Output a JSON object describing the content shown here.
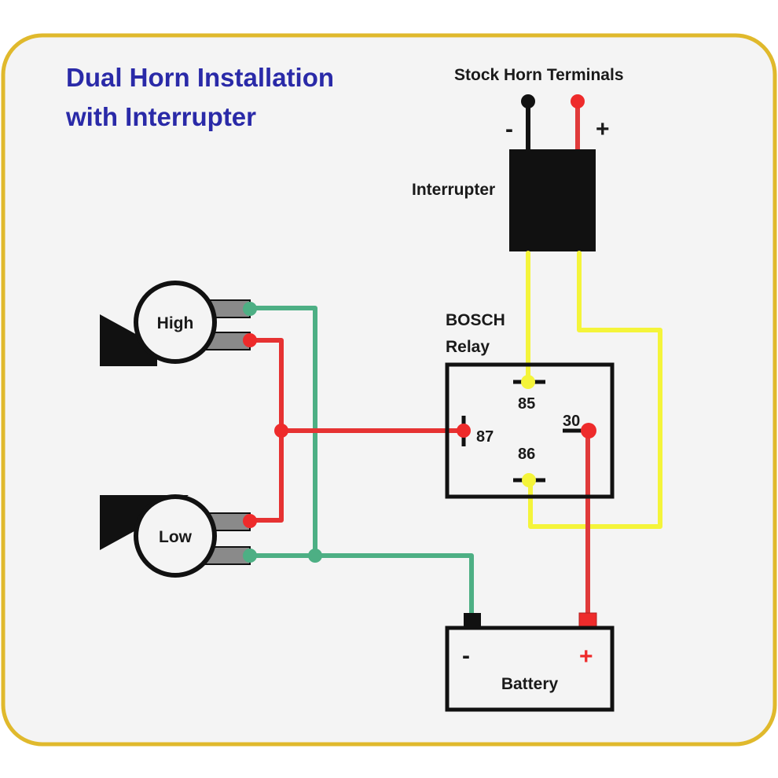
{
  "title": {
    "line1": "Dual Horn Installation",
    "line2": "with Interrupter"
  },
  "colors": {
    "title": "#2a2aa8",
    "frame_border": "#e0b92c",
    "panel_bg": "#f4f4f4",
    "wire_red": "#ee2b2b",
    "wire_green": "#4daf84",
    "wire_yellow": "#f4f43a",
    "wire_black": "#111111",
    "terminal_gray": "#8a8a8a",
    "component_black": "#111111"
  },
  "stock_horn": {
    "label": "Stock Horn Terminals",
    "negative_sign": "-",
    "positive_sign": "+"
  },
  "interrupter": {
    "label": "Interrupter"
  },
  "relay": {
    "label_line1": "BOSCH",
    "label_line2": "Relay",
    "pins": {
      "p85": "85",
      "p86": "86",
      "p87": "87",
      "p30": "30"
    }
  },
  "horns": {
    "high": {
      "label": "High"
    },
    "low": {
      "label": "Low"
    }
  },
  "battery": {
    "label": "Battery",
    "negative_sign": "-",
    "positive_sign": "+"
  },
  "connections": [
    {
      "from": "Stock Horn Terminal -",
      "to": "Interrupter",
      "color": "black"
    },
    {
      "from": "Stock Horn Terminal +",
      "to": "Interrupter",
      "color": "red"
    },
    {
      "from": "Interrupter",
      "to": "Relay 85",
      "color": "yellow"
    },
    {
      "from": "Interrupter",
      "to": "Relay 86",
      "color": "yellow"
    },
    {
      "from": "Relay 87",
      "to": "High horn +",
      "color": "red"
    },
    {
      "from": "Relay 87",
      "to": "Low horn +",
      "color": "red"
    },
    {
      "from": "Relay 30",
      "to": "Battery +",
      "color": "red"
    },
    {
      "from": "High horn -",
      "to": "Battery -",
      "color": "green"
    },
    {
      "from": "Low horn -",
      "to": "Battery -",
      "color": "green"
    }
  ]
}
